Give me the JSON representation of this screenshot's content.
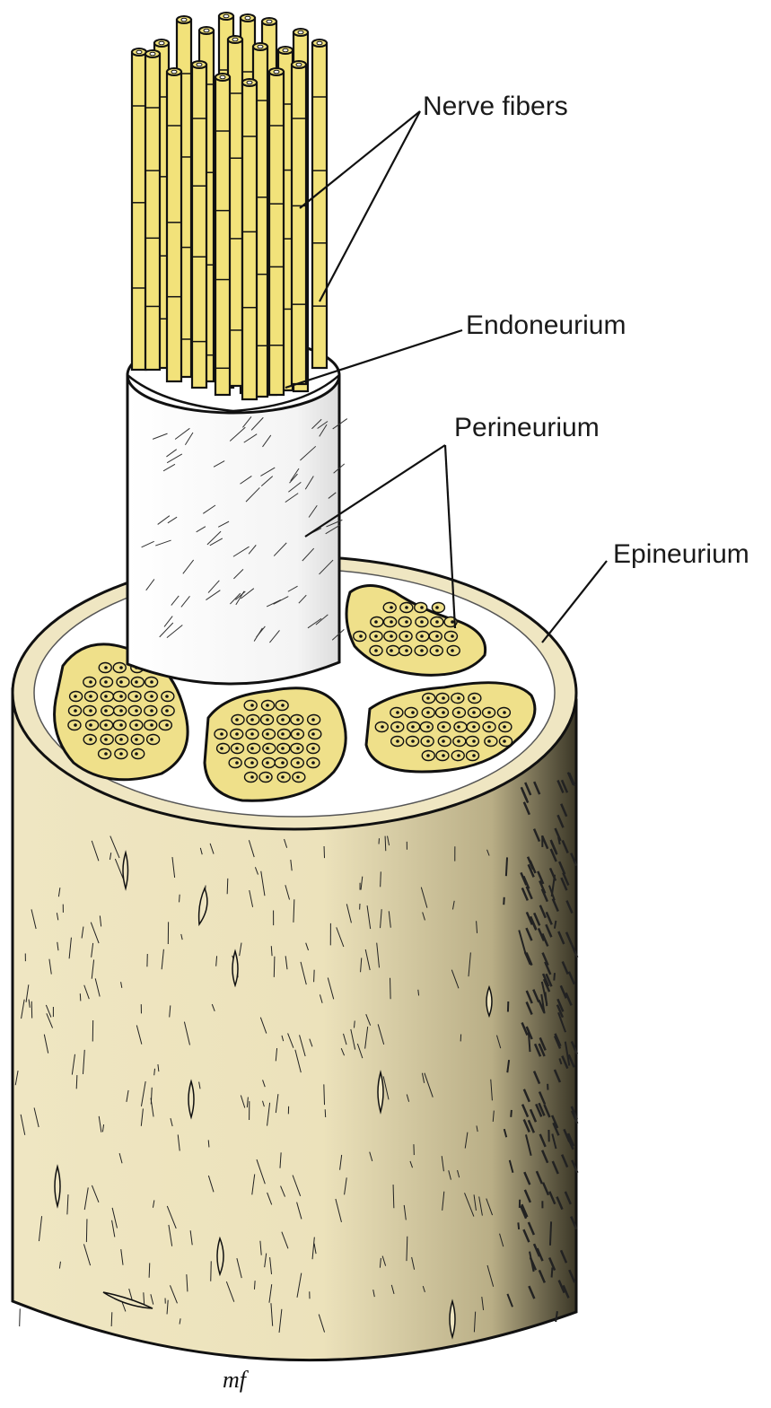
{
  "labels": {
    "nerve_fibers": "Nerve fibers",
    "endoneurium": "Endoneurium",
    "perineurium": "Perineurium",
    "epineurium": "Epineurium"
  },
  "signature": "mf",
  "colors": {
    "fiber_yellow": "#f2e27a",
    "fascicle_yellow": "#efe08a",
    "epineurium_beige": "#efe6c2",
    "perineurium_white": "#ffffff",
    "ink": "#111111"
  }
}
